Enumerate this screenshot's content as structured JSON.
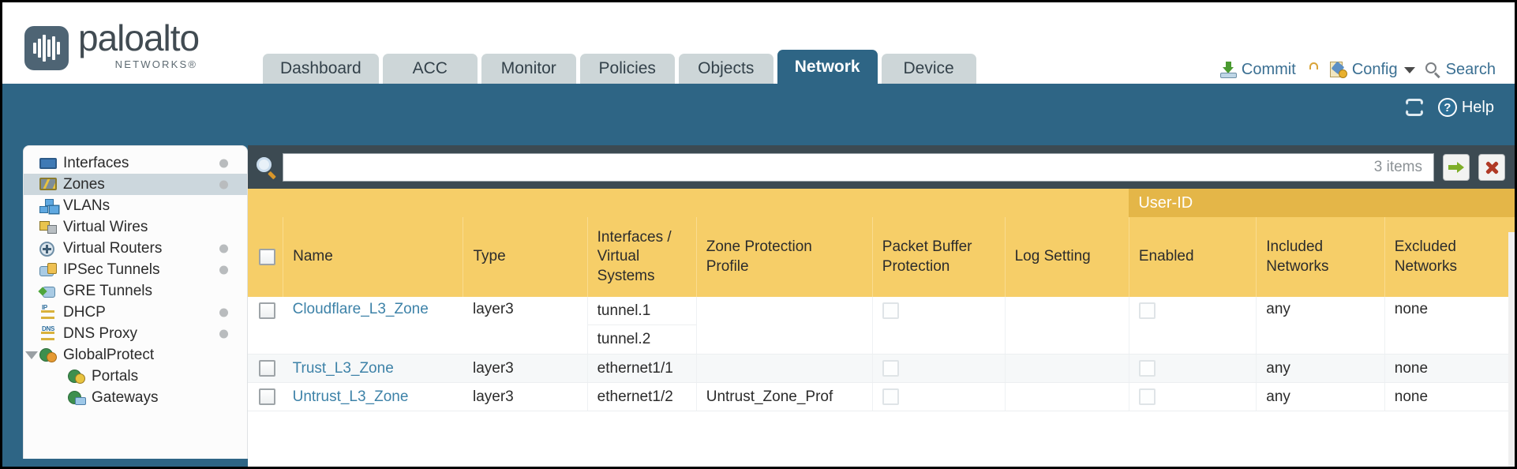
{
  "brand": {
    "name": "paloalto",
    "sub": "NETWORKS®",
    "logo_icon": "paloalto-logo-icon"
  },
  "nav": {
    "tabs": [
      {
        "label": "Dashboard",
        "active": false
      },
      {
        "label": "ACC",
        "active": false
      },
      {
        "label": "Monitor",
        "active": false
      },
      {
        "label": "Policies",
        "active": false
      },
      {
        "label": "Objects",
        "active": false
      },
      {
        "label": "Network",
        "active": true
      },
      {
        "label": "Device",
        "active": false
      }
    ]
  },
  "toolbar": {
    "commit_label": "Commit",
    "commit_icon": "commit-icon",
    "lock_icon": "lock-icon",
    "config_label": "Config",
    "config_icon": "config-icon",
    "config_caret_icon": "chevron-down-icon",
    "search_label": "Search",
    "search_icon": "search-icon"
  },
  "band": {
    "refresh_icon": "refresh-icon",
    "help_label": "Help",
    "help_icon": "help-icon",
    "help_glyph": "?"
  },
  "sidebar": {
    "items": [
      {
        "label": "Interfaces",
        "icon": "interfaces-icon",
        "selected": false,
        "dot": true,
        "child": false,
        "expander": false
      },
      {
        "label": "Zones",
        "icon": "zones-icon",
        "selected": true,
        "dot": true,
        "child": false,
        "expander": false
      },
      {
        "label": "VLANs",
        "icon": "vlans-icon",
        "selected": false,
        "dot": false,
        "child": false,
        "expander": false
      },
      {
        "label": "Virtual Wires",
        "icon": "virtual-wires-icon",
        "selected": false,
        "dot": false,
        "child": false,
        "expander": false
      },
      {
        "label": "Virtual Routers",
        "icon": "virtual-routers-icon",
        "selected": false,
        "dot": true,
        "child": false,
        "expander": false
      },
      {
        "label": "IPSec Tunnels",
        "icon": "ipsec-tunnels-icon",
        "selected": false,
        "dot": true,
        "child": false,
        "expander": false
      },
      {
        "label": "GRE Tunnels",
        "icon": "gre-tunnels-icon",
        "selected": false,
        "dot": false,
        "child": false,
        "expander": false
      },
      {
        "label": "DHCP",
        "icon": "dhcp-icon",
        "selected": false,
        "dot": true,
        "child": false,
        "expander": false,
        "badge": "IP"
      },
      {
        "label": "DNS Proxy",
        "icon": "dns-proxy-icon",
        "selected": false,
        "dot": true,
        "child": false,
        "expander": false,
        "badge": "DNS"
      },
      {
        "label": "GlobalProtect",
        "icon": "globalprotect-icon",
        "selected": false,
        "dot": false,
        "child": false,
        "expander": true
      },
      {
        "label": "Portals",
        "icon": "portals-icon",
        "selected": false,
        "dot": false,
        "child": true,
        "expander": false
      },
      {
        "label": "Gateways",
        "icon": "gateways-icon",
        "selected": false,
        "dot": false,
        "child": true,
        "expander": false
      }
    ]
  },
  "search": {
    "magnifier_icon": "magnifier-icon",
    "value": "",
    "placeholder": "",
    "items_count": "3 items",
    "apply_icon": "apply-filter-icon",
    "clear_icon": "clear-filter-icon"
  },
  "table": {
    "group_header": "User-ID",
    "columns": [
      "Name",
      "Type",
      "Interfaces / Virtual Systems",
      "Zone Protection Profile",
      "Packet Buffer Protection",
      "Log Setting",
      "Enabled",
      "Included Networks",
      "Excluded Networks"
    ],
    "columns_multiline": [
      [
        "Name"
      ],
      [
        "Type"
      ],
      [
        "Interfaces /",
        "Virtual",
        "Systems"
      ],
      [
        "Zone Protection",
        "Profile"
      ],
      [
        "Packet Buffer",
        "Protection"
      ],
      [
        "Log Setting"
      ],
      [
        "Enabled"
      ],
      [
        "Included",
        "Networks"
      ],
      [
        "Excluded",
        "Networks"
      ]
    ],
    "select_all_checkbox": false,
    "rows": [
      {
        "selected": false,
        "name": "Cloudflare_L3_Zone",
        "type": "layer3",
        "interfaces": [
          "tunnel.1",
          "tunnel.2"
        ],
        "zone_protection_profile": "",
        "packet_buffer_protection": false,
        "log_setting": "",
        "userid_enabled": false,
        "included_networks": "any",
        "excluded_networks": "none"
      },
      {
        "selected": false,
        "name": "Trust_L3_Zone",
        "type": "layer3",
        "interfaces": [
          "ethernet1/1"
        ],
        "zone_protection_profile": "",
        "packet_buffer_protection": false,
        "log_setting": "",
        "userid_enabled": false,
        "included_networks": "any",
        "excluded_networks": "none"
      },
      {
        "selected": false,
        "name": "Untrust_L3_Zone",
        "type": "layer3",
        "interfaces": [
          "ethernet1/2"
        ],
        "zone_protection_profile": "Untrust_Zone_Prof",
        "packet_buffer_protection": false,
        "log_setting": "",
        "userid_enabled": false,
        "included_networks": "any",
        "excluded_networks": "none"
      }
    ]
  },
  "colors": {
    "brand_blue": "#2e6585",
    "tab_inactive": "#cdd6d8",
    "header_yellow": "#f6ce68",
    "group_yellow": "#e4b648",
    "link_blue": "#3d82a8",
    "panel_dark": "#3c4a52"
  }
}
